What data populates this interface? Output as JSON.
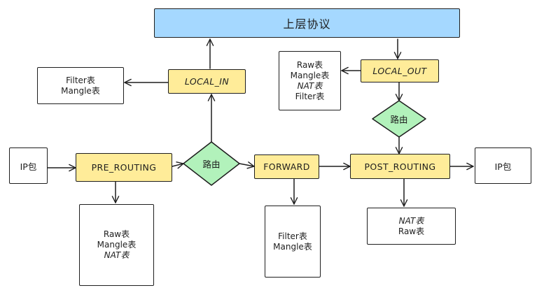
{
  "top_box": {
    "label": "上层协议"
  },
  "ip_in": {
    "label": "IP包"
  },
  "ip_out": {
    "label": "IP包"
  },
  "hooks": {
    "pre_routing": "PRE_ROUTING",
    "local_in": "LOCAL_IN",
    "local_out": "LOCAL_OUT",
    "forward": "FORWARD",
    "post_routing": "POST_ROUTING"
  },
  "decisions": {
    "route_middle": "路由",
    "route_output": "路由"
  },
  "tables": {
    "pre_routing": [
      "Raw表",
      "Mangle表",
      "NAT表"
    ],
    "local_in": [
      "Filter表",
      "Mangle表"
    ],
    "local_out": [
      "Raw表",
      "Mangle表",
      "NAT表",
      "Filter表"
    ],
    "forward": [
      "Filter表",
      "Mangle表"
    ],
    "post_routing": [
      "NAT表",
      "Raw表"
    ]
  },
  "colors": {
    "hook_fill": "#ffec99",
    "decision_fill": "#b2f2bb",
    "top_fill": "#a5d8ff",
    "stroke": "#1e1e1e"
  }
}
